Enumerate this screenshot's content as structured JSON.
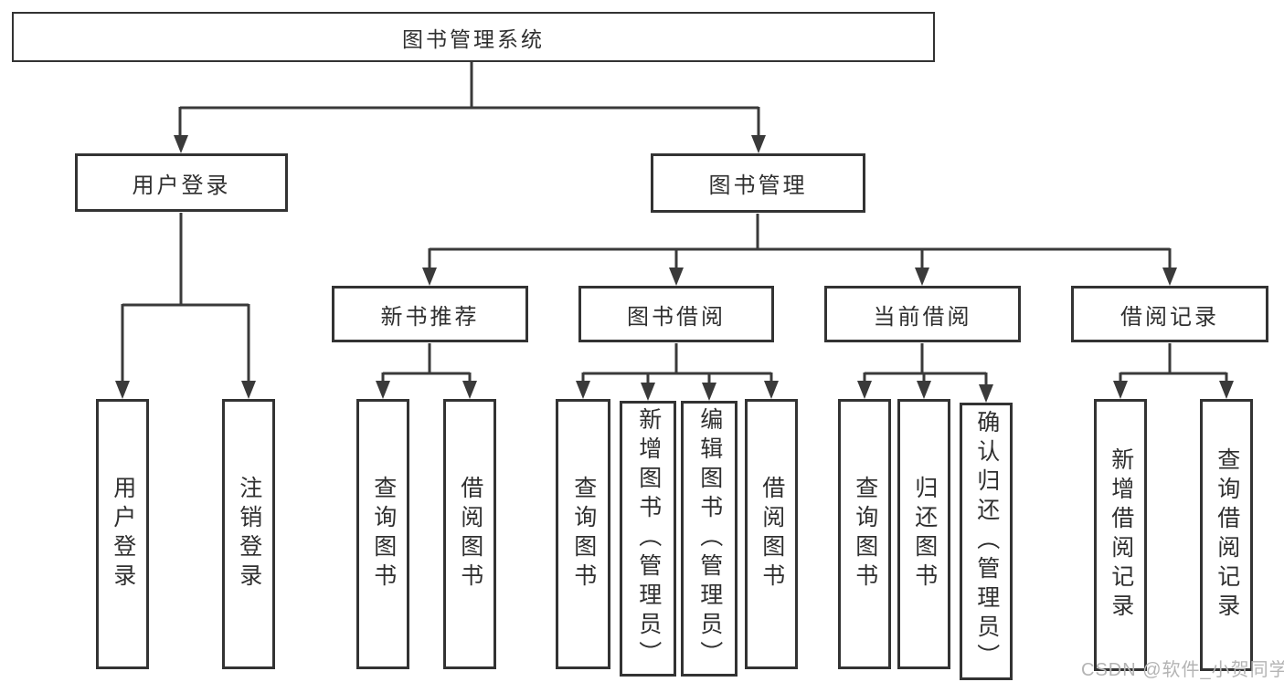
{
  "diagram": {
    "root": {
      "label": "图书管理系统"
    },
    "login": {
      "label": "用户登录",
      "leaves": [
        {
          "label": "用户登录"
        },
        {
          "label": "注销登录"
        }
      ]
    },
    "management": {
      "label": "图书管理",
      "sections": [
        {
          "label": "新书推荐",
          "leaves": [
            {
              "label": "查询图书"
            },
            {
              "label": "借阅图书"
            }
          ]
        },
        {
          "label": "图书借阅",
          "leaves": [
            {
              "label": "查询图书"
            },
            {
              "label": "新增图书（管理员）"
            },
            {
              "label": "编辑图书（管理员）"
            },
            {
              "label": "借阅图书"
            }
          ]
        },
        {
          "label": "当前借阅",
          "leaves": [
            {
              "label": "查询图书"
            },
            {
              "label": "归还图书"
            },
            {
              "label": "确认归还（管理员）"
            }
          ]
        },
        {
          "label": "借阅记录",
          "leaves": [
            {
              "label": "新增借阅记录"
            },
            {
              "label": "查询借阅记录"
            }
          ]
        }
      ]
    }
  },
  "watermark": {
    "text": "CSDN @软件_小贺同学"
  },
  "colors": {
    "line": "#3a3a3a",
    "box_border": "#333333",
    "text": "#2f2f2f",
    "watermark": "#b4b4b4",
    "background": "#ffffff"
  }
}
